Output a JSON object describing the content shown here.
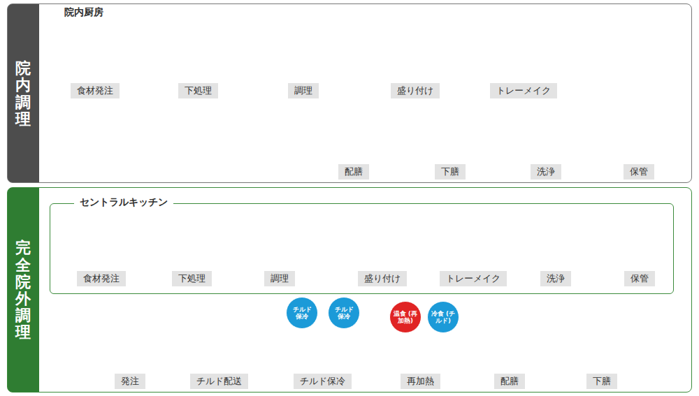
{
  "diagram": {
    "nodes": [
      {
        "text": [
          "院内調理"
        ]
      },
      {
        "text": [
          "食材発注"
        ],
        "in": 0
      },
      {
        "text": [
          "下処理"
        ],
        "in": 0
      },
      {
        "text": [
          "調理"
        ],
        "in": 0
      },
      {
        "text": [
          "盛り付け"
        ],
        "in": 0
      },
      {
        "text": [
          "トレーメイク"
        ],
        "in": 0
      },
      {
        "text": [
          "配膳"
        ],
        "in": 0
      },
      {
        "text": [
          "下膳"
        ],
        "in": 0
      },
      {
        "text": [
          "洗浄"
        ],
        "in": 0
      },
      {
        "text": [
          "保管"
        ],
        "in": 0
      },
      {
        "text": [
          "完全院外調理"
        ]
      },
      {
        "text": [
          "セントラルキッチン"
        ],
        "in": 10
      },
      {
        "text": [
          "食材発注"
        ],
        "in": 11
      },
      {
        "text": [
          "下処理"
        ],
        "in": 11
      },
      {
        "text": [
          "調理"
        ],
        "in": 11
      },
      {
        "text": [
          "盛り付け"
        ],
        "in": 11
      },
      {
        "text": [
          "トレーメイク"
        ],
        "in": 11
      },
      {
        "text": [
          "洗浄"
        ],
        "in": 11
      },
      {
        "text": [
          "保管"
        ],
        "in": 11
      },
      {
        "text": [
          "発注"
        ],
        "in": 10
      },
      {
        "text": [
          "チルド配送"
        ],
        "in": 10
      },
      {
        "text": [
          "チルド保冷"
        ],
        "in": 10
      },
      {
        "text": [
          "再加熱"
        ],
        "in": 10
      },
      {
        "text": [
          "配膳"
        ],
        "in": 10
      },
      {
        "text": [
          "下膳"
        ],
        "in": 10
      },
      {
        "text": [
          "チルド 保冷"
        ],
        "in": 10
      },
      {
        "text": [
          "チルド 保冷"
        ],
        "in": 10
      },
      {
        "text": [
          "温食 (再加熱)"
        ],
        "in": 10
      },
      {
        "text": [
          "冷食 (チルド)"
        ],
        "in": 10
      }
    ],
    "edges": [
      {
        "from": 1,
        "to": 2,
        "arrow": "to"
      },
      {
        "from": 2,
        "to": 3,
        "arrow": "to"
      },
      {
        "from": 3,
        "to": 4,
        "arrow": "to"
      },
      {
        "from": 4,
        "to": 5,
        "arrow": "to"
      },
      {
        "from": 5,
        "to": 6,
        "arrow": "to"
      },
      {
        "from": 6,
        "to": 7,
        "arrow": "to"
      },
      {
        "from": 7,
        "to": 8,
        "arrow": "to"
      },
      {
        "from": 8,
        "to": 9,
        "arrow": "to"
      },
      {
        "from": 19,
        "to": 20,
        "arrow": "to"
      },
      {
        "from": 20,
        "to": 21,
        "arrow": "to"
      },
      {
        "from": 21,
        "to": 22,
        "arrow": "to"
      },
      {
        "from": 22,
        "to": 23,
        "arrow": "to"
      },
      {
        "from": 23,
        "to": 24,
        "arrow": "to"
      }
    ],
    "labels": [
      "院内厨房"
    ]
  }
}
